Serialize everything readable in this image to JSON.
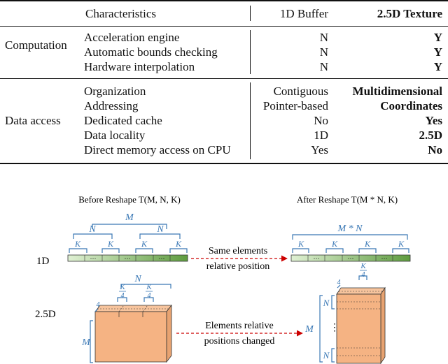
{
  "table": {
    "headers": [
      "Characteristics",
      "1D Buffer",
      "2.5D Texture"
    ],
    "groups": [
      {
        "name": "Computation",
        "rows": [
          {
            "label": "Acceleration engine",
            "buffer": "N",
            "texture": "Y"
          },
          {
            "label": "Automatic bounds checking",
            "buffer": "N",
            "texture": "Y"
          },
          {
            "label": "Hardware interpolation",
            "buffer": "N",
            "texture": "Y"
          }
        ]
      },
      {
        "name": "Data access",
        "rows": [
          {
            "label": "Organization",
            "buffer": "Contiguous",
            "texture": "Multidimensional"
          },
          {
            "label": "Addressing",
            "buffer": "Pointer-based",
            "texture": "Coordinates"
          },
          {
            "label": "Dedicated cache",
            "buffer": "No",
            "texture": "Yes"
          },
          {
            "label": "Data locality",
            "buffer": "1D",
            "texture": "2.5D"
          },
          {
            "label": "Direct memory access on CPU",
            "buffer": "Yes",
            "texture": "No"
          }
        ]
      }
    ]
  },
  "figure": {
    "before_title": "Before Reshape T(M, N, K)",
    "after_title": "After Reshape T(M * N, K)",
    "row_1d": "1D",
    "row_25d": "2.5D",
    "arrow1_line1": "Same elements",
    "arrow1_line2": "relative position",
    "arrow2_line1": "Elements relative",
    "arrow2_line2": "positions changed",
    "sym_M": "M",
    "sym_N": "N",
    "sym_K": "K",
    "sym_MN": "M * N",
    "sym_4": "4",
    "sym_K_over_4_num": "K",
    "sym_K_over_4_den": "4",
    "dots": "···",
    "vdots": "⋮",
    "colors": {
      "bar_light": "#dff0d3",
      "bar_dark": "#5e9c3f",
      "cube_front": "#f5b383",
      "cube_top": "#f7c49d",
      "cube_side": "#e8a371",
      "brace_blue": "#3a78b5",
      "arrow_red": "#cc0000"
    }
  }
}
